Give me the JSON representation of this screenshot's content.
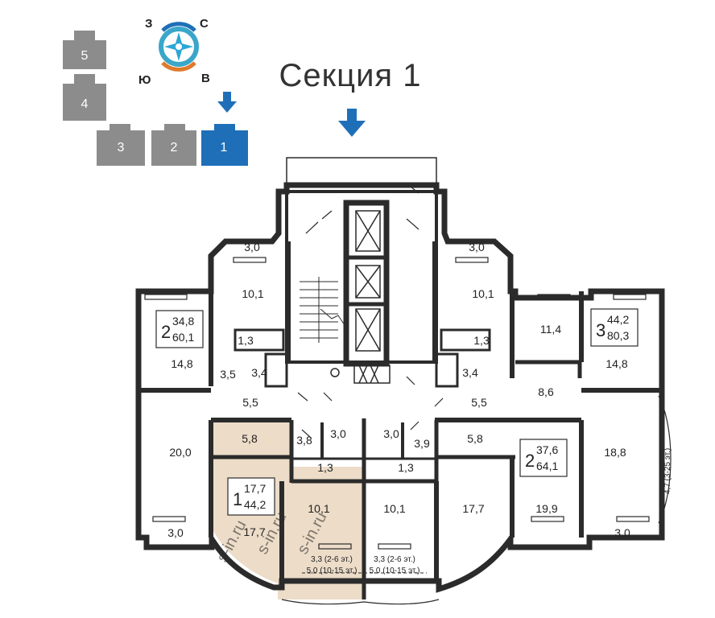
{
  "title": "Секция 1",
  "compass": {
    "n": "С",
    "s": "Ю",
    "w": "З",
    "e": "В"
  },
  "blocks": [
    "5",
    "4",
    "3",
    "2",
    "1"
  ],
  "apartments": [
    {
      "rooms": "2",
      "living": "34,8",
      "total": "60,1"
    },
    {
      "rooms": "3",
      "living": "44,2",
      "total": "80,3"
    },
    {
      "rooms": "1",
      "living": "17,7",
      "total": "44,2"
    },
    {
      "rooms": "2",
      "living": "37,6",
      "total": "64,1"
    }
  ],
  "areas": {
    "a30_tl": "3,0",
    "a30_tr": "3,0",
    "a101_l": "10,1",
    "a101_r": "10,1",
    "a13_l": "1,3",
    "a13_r": "1,3",
    "a148_l": "14,8",
    "a148_r": "14,8",
    "a35": "3,5",
    "a34_l": "3,4",
    "a34_r": "3,4",
    "a114": "11,4",
    "a55_l": "5,5",
    "a55_r": "5,5",
    "a86": "8,6",
    "a200": "20,0",
    "a58_l": "5,8",
    "a38": "3,8",
    "a30_ml": "3,0",
    "a30_mr": "3,0",
    "a39": "3,9",
    "a58_r": "5,8",
    "a188": "18,8",
    "a13_bl": "1,3",
    "a13_br": "1,3",
    "a101_bl": "10,1",
    "a101_bm": "10,1",
    "a177_l": "17,7",
    "a177_r": "17,7",
    "a199": "19,9",
    "a30_bl": "3,0",
    "a30_br": "3,0",
    "a47": "4,7 (3-25 эт.)",
    "bal_l_1": "3,3 (2-6 эт.)",
    "bal_l_2": "5,0 (10-15 эт.)",
    "bal_r_1": "3,3 (2-6 эт.)",
    "bal_r_2": "5,0 (10-15 эт.)"
  },
  "watermark": "s-in.ru",
  "colors": {
    "accent": "#1f6fb8",
    "block": "#8c8c8c",
    "wall": "#2b2b2b",
    "highlight": "#ecdcc8"
  }
}
